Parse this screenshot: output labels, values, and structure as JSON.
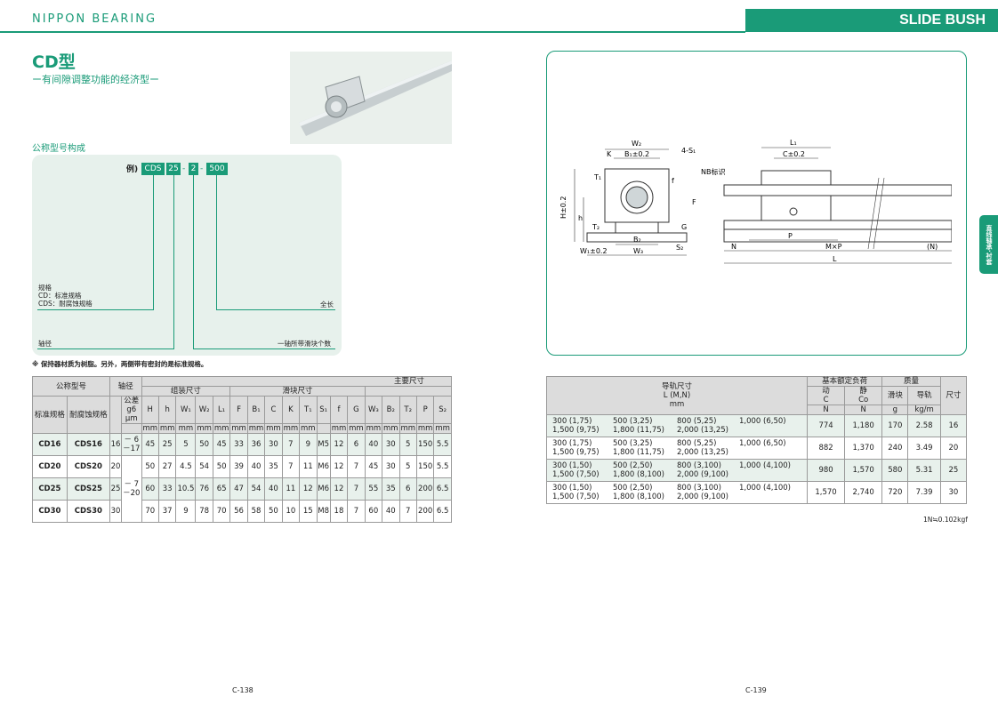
{
  "header": {
    "brand": "NIPPON BEARING",
    "section": "SLIDE BUSH"
  },
  "left": {
    "title": "CD型",
    "subtitle": "ー有间隙调整功能的经济型ー",
    "code_section_title": "公称型号构成",
    "example": {
      "label": "例)",
      "parts": [
        "CDS",
        "25",
        "2",
        "500"
      ],
      "dash": "-"
    },
    "annotations": {
      "spec_title": "规格",
      "spec_cd": "CD：标准规格",
      "spec_cds": "CDS：耐腐蚀规格",
      "shaft_dia": "轴径",
      "total_length": "全长",
      "blocks_per_shaft": "一轴所带滑块个数"
    },
    "note": "※ 保持器材质为树脂。另外，两侧带有密封的是标准规格。",
    "table": {
      "h_model": "公称型号",
      "h_shaft": "轴径",
      "h_main": "主要尺寸",
      "h_assembly": "组装尺寸",
      "h_block": "滑块尺寸",
      "h_std": "标准规格",
      "h_cor": "耐腐蚀规格",
      "h_tol": "公差",
      "h_tol_cls": "g6",
      "h_tol_unit": "μm",
      "cols": [
        "H",
        "h",
        "W₁",
        "W₂",
        "L₁",
        "F",
        "B₁",
        "C",
        "K",
        "T₁",
        "S₁",
        "f",
        "G",
        "W₃",
        "B₂",
        "T₂",
        "P",
        "S₂"
      ],
      "unit_mm": "mm",
      "tol_a": [
        "－ 6",
        "－17"
      ],
      "tol_b": [
        "－ 7",
        "－20"
      ],
      "rows": [
        {
          "std": "CD16",
          "cor": "CDS16",
          "d": "16",
          "v": [
            "45",
            "25",
            "5",
            "50",
            "45",
            "33",
            "36",
            "30",
            "7",
            "9",
            "M5",
            "12",
            "6",
            "40",
            "30",
            "5",
            "150",
            "5.5"
          ]
        },
        {
          "std": "CD20",
          "cor": "CDS20",
          "d": "20",
          "v": [
            "50",
            "27",
            "4.5",
            "54",
            "50",
            "39",
            "40",
            "35",
            "7",
            "11",
            "M6",
            "12",
            "7",
            "45",
            "30",
            "5",
            "150",
            "5.5"
          ]
        },
        {
          "std": "CD25",
          "cor": "CDS25",
          "d": "25",
          "v": [
            "60",
            "33",
            "10.5",
            "76",
            "65",
            "47",
            "54",
            "40",
            "11",
            "12",
            "M6",
            "12",
            "7",
            "55",
            "35",
            "6",
            "200",
            "6.5"
          ]
        },
        {
          "std": "CD30",
          "cor": "CDS30",
          "d": "30",
          "v": [
            "70",
            "37",
            "9",
            "78",
            "70",
            "56",
            "58",
            "50",
            "10",
            "15",
            "M8",
            "18",
            "7",
            "60",
            "40",
            "7",
            "200",
            "6.5"
          ]
        }
      ]
    },
    "page_number": "C-138"
  },
  "right": {
    "diagram_labels": {
      "w2": "W₂",
      "k": "K",
      "b1": "B₁±0.2",
      "s1": "4-S₁",
      "nb": "NB标识",
      "t1": "T₁",
      "f": "f",
      "h": "H±0.2",
      "h_small": "h",
      "t2": "T₂",
      "F": "F",
      "g": "G",
      "b2": "B₂",
      "s2": "S₂",
      "w1": "W₁±0.2",
      "w3": "W₃",
      "l1": "L₁",
      "c": "C±0.2",
      "p": "P",
      "n": "N",
      "mxp": "M×P",
      "n_paren": "(N)",
      "l": "L"
    },
    "side_tab": "直线轴承·衬套",
    "table": {
      "h_rail": "导轨尺寸",
      "h_rail_l": "L (M,N)",
      "h_rail_unit": "mm",
      "h_load": "基本额定负荷",
      "h_dyn": "动",
      "h_dyn_sym": "C",
      "h_dyn_unit": "N",
      "h_stat": "静",
      "h_stat_sym": "Co",
      "h_stat_unit": "N",
      "h_mass": "质量",
      "h_block": "滑块",
      "h_block_unit": "g",
      "h_rail_mass": "导轨",
      "h_rail_mass_unit": "kg/m",
      "h_size": "尺寸",
      "rows": [
        {
          "rail": [
            [
              "300 (1,75)",
              "500 (3,25)",
              "800 (5,25)",
              "1,000 (6,50)"
            ],
            [
              "1,500 (9,75)",
              "1,800 (11,75)",
              "2,000 (13,25)",
              ""
            ]
          ],
          "c": "774",
          "co": "1,180",
          "block": "170",
          "rail_mass": "2.58",
          "size": "16"
        },
        {
          "rail": [
            [
              "300 (1,75)",
              "500 (3,25)",
              "800 (5,25)",
              "1,000 (6,50)"
            ],
            [
              "1,500 (9,75)",
              "1,800 (11,75)",
              "2,000 (13,25)",
              ""
            ]
          ],
          "c": "882",
          "co": "1,370",
          "block": "240",
          "rail_mass": "3.49",
          "size": "20"
        },
        {
          "rail": [
            [
              "300 (1,50)",
              "500 (2,50)",
              "800 (3,100)",
              "1,000 (4,100)"
            ],
            [
              "1,500 (7,50)",
              "1,800 (8,100)",
              "2,000 (9,100)",
              ""
            ]
          ],
          "c": "980",
          "co": "1,570",
          "block": "580",
          "rail_mass": "5.31",
          "size": "25"
        },
        {
          "rail": [
            [
              "300 (1,50)",
              "500 (2,50)",
              "800 (3,100)",
              "1,000 (4,100)"
            ],
            [
              "1,500 (7,50)",
              "1,800 (8,100)",
              "2,000 (9,100)",
              ""
            ]
          ],
          "c": "1,570",
          "co": "2,740",
          "block": "720",
          "rail_mass": "7.39",
          "size": "30"
        }
      ]
    },
    "unit_note": "1N≒0.102kgf",
    "page_number": "C-139"
  }
}
